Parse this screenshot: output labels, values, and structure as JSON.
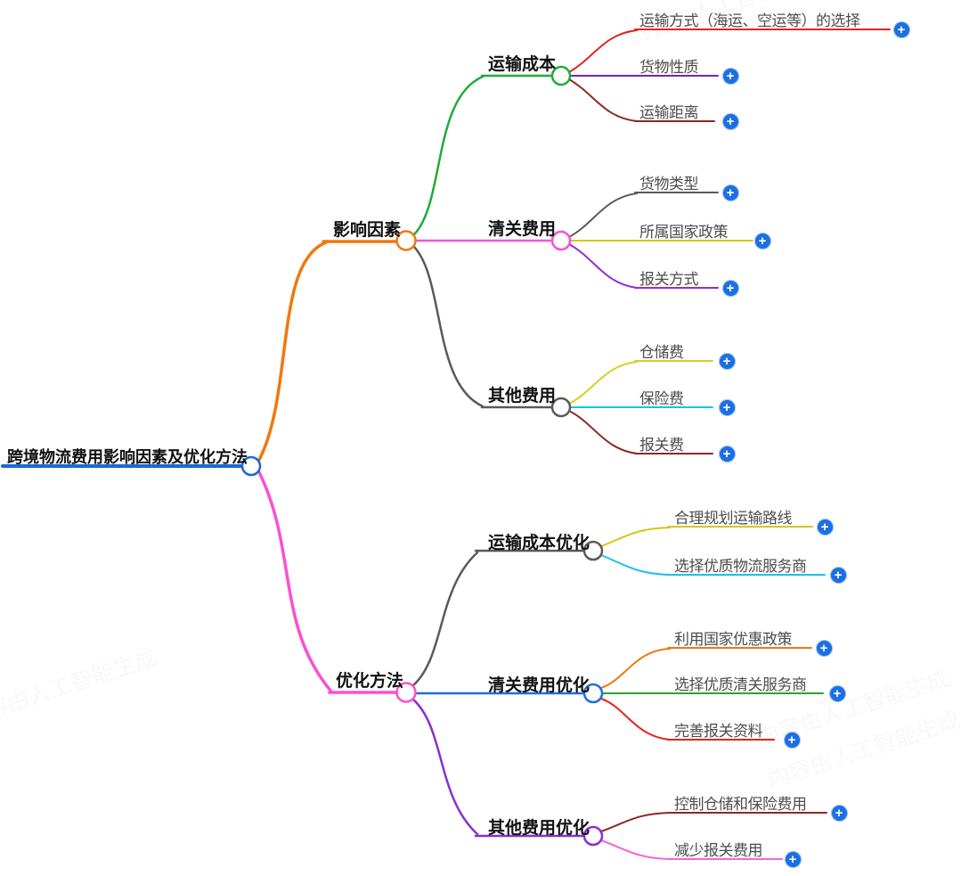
{
  "plus_icon": "+",
  "colors": {
    "plus_button": "#1b6fe3",
    "root_blue": "#1a68d5",
    "orange": "#f0780f",
    "magenta": "#fa50d2",
    "green": "#22aa3c",
    "gray": "#5a5a5a",
    "red": "#e32222",
    "violet": "#6f23c9",
    "maroon": "#8e2822",
    "yellow": "#d7c51c",
    "cyan": "#17c3ea",
    "blue": "#1f6fdd",
    "green2": "#2ba32b",
    "purple": "#8b2fd0",
    "pink": "#f863d4"
  },
  "watermark": {
    "text": "内容由人工智能生成"
  },
  "mindmap": {
    "id": "root",
    "label": "跨境物流费用影响因素及优化方法",
    "color": "#1a68d5",
    "children": [
      {
        "id": "yingxiang",
        "label": "影响因素",
        "color": "#f0780f",
        "children": [
          {
            "id": "yunshu",
            "label": "运输成本",
            "color": "#22aa3c",
            "children": [
              {
                "id": "ys1",
                "label": "运输方式（海运、空运等）的选择",
                "color": "#e32222"
              },
              {
                "id": "ys2",
                "label": "货物性质",
                "color": "#6f23c9"
              },
              {
                "id": "ys3",
                "label": "运输距离",
                "color": "#8e2822"
              }
            ]
          },
          {
            "id": "qingguan",
            "label": "清关费用",
            "color": "#fa50d2",
            "children": [
              {
                "id": "qg1",
                "label": "货物类型",
                "color": "#5a5a5a"
              },
              {
                "id": "qg2",
                "label": "所属国家政策",
                "color": "#d7c51c"
              },
              {
                "id": "qg3",
                "label": "报关方式",
                "color": "#9a2ad2"
              }
            ]
          },
          {
            "id": "qita",
            "label": "其他费用",
            "color": "#5a5a5a",
            "children": [
              {
                "id": "qt1",
                "label": "仓储费",
                "color": "#d4d022"
              },
              {
                "id": "qt2",
                "label": "保险费",
                "color": "#17c3ea"
              },
              {
                "id": "qt3",
                "label": "报关费",
                "color": "#8e2822"
              }
            ]
          }
        ]
      },
      {
        "id": "youhua",
        "label": "优化方法",
        "color": "#fa50d2",
        "children": [
          {
            "id": "yh-yunshu",
            "label": "运输成本优化",
            "color": "#5a5a5a",
            "children": [
              {
                "id": "yh1",
                "label": "合理规划运输路线",
                "color": "#d7c51c"
              },
              {
                "id": "yh2",
                "label": "选择优质物流服务商",
                "color": "#17c3ea"
              }
            ]
          },
          {
            "id": "yh-qingguan",
            "label": "清关费用优化",
            "color": "#1f6fdd",
            "children": [
              {
                "id": "yh3",
                "label": "利用国家优惠政策",
                "color": "#f0780f"
              },
              {
                "id": "yh4",
                "label": "选择优质清关服务商",
                "color": "#2ba32b"
              },
              {
                "id": "yh5",
                "label": "完善报关资料",
                "color": "#e32222"
              }
            ]
          },
          {
            "id": "yh-qita",
            "label": "其他费用优化",
            "color": "#8b2fd0",
            "children": [
              {
                "id": "yh6",
                "label": "控制仓储和保险费用",
                "color": "#8e2822"
              },
              {
                "id": "yh7",
                "label": "减少报关费用",
                "color": "#f863d4"
              }
            ]
          }
        ]
      }
    ]
  }
}
